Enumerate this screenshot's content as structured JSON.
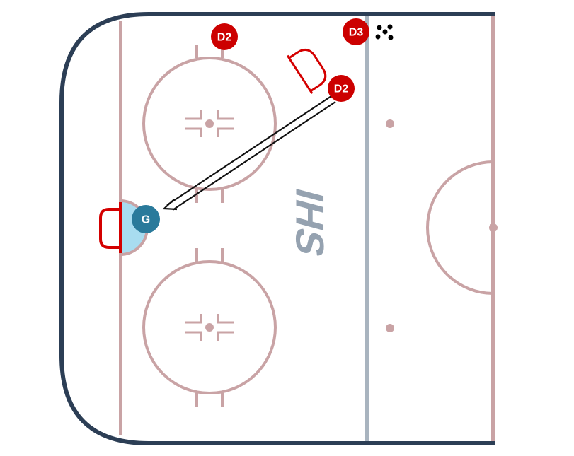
{
  "diagram": {
    "logo_text": "IHS",
    "colors": {
      "boards": "#2c3e55",
      "red_line": "#c9a3a5",
      "blue_line": "#a9b4bf",
      "crease": "#a8dcf0",
      "net": "#d40000",
      "player": "#cc0000",
      "goalie": "#2a7a9b",
      "logo": "#95a2b0"
    },
    "players": [
      {
        "label": "D2",
        "role": "defense"
      },
      {
        "label": "D3",
        "role": "defense"
      },
      {
        "label": "D2",
        "role": "defense"
      },
      {
        "label": "G",
        "role": "goalie"
      }
    ],
    "icons": [
      "net-icon",
      "puck-cluster-icon",
      "pass-arrow"
    ]
  }
}
